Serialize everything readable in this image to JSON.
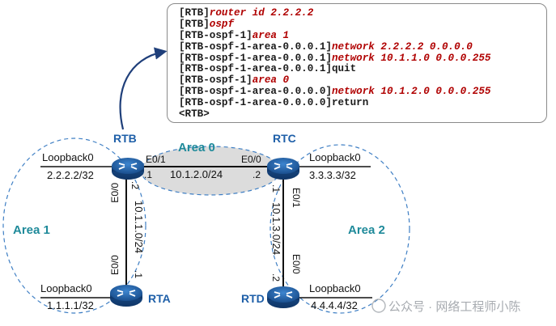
{
  "cli": {
    "lines": [
      {
        "prompt": "[RTB]",
        "cmd": "router id 2.2.2.2",
        "style": "red"
      },
      {
        "prompt": "[RTB]",
        "cmd": "ospf",
        "style": "red"
      },
      {
        "prompt": "[RTB-ospf-1]",
        "cmd": "area 1",
        "style": "red"
      },
      {
        "prompt": "[RTB-ospf-1-area-0.0.0.1]",
        "cmd": "network 2.2.2.2 0.0.0.0",
        "style": "red"
      },
      {
        "prompt": "[RTB-ospf-1-area-0.0.0.1]",
        "cmd": "network 10.1.1.0 0.0.0.255",
        "style": "red"
      },
      {
        "prompt": "[RTB-ospf-1-area-0.0.0.1]",
        "cmd": "quit",
        "style": "plain"
      },
      {
        "prompt": "[RTB-ospf-1]",
        "cmd": "area 0",
        "style": "red"
      },
      {
        "prompt": "[RTB-ospf-1-area-0.0.0.0]",
        "cmd": "network 10.1.2.0 0.0.0.255",
        "style": "red"
      },
      {
        "prompt": "[RTB-ospf-1-area-0.0.0.0]",
        "cmd": "return",
        "style": "plain"
      },
      {
        "prompt": "<RTB>",
        "cmd": "",
        "style": "plain"
      }
    ]
  },
  "areas": {
    "area0": "Area 0",
    "area1": "Area 1",
    "area2": "Area 2"
  },
  "routers": {
    "rta": {
      "name": "RTA",
      "loopback_label": "Loopback0",
      "loopback_ip": "1.1.1.1/32"
    },
    "rtb": {
      "name": "RTB",
      "loopback_label": "Loopback0",
      "loopback_ip": "2.2.2.2/32"
    },
    "rtc": {
      "name": "RTC",
      "loopback_label": "Loopback0",
      "loopback_ip": "3.3.3.3/32"
    },
    "rtd": {
      "name": "RTD",
      "loopback_label": "Loopback0",
      "loopback_ip": "4.4.4.4/32"
    }
  },
  "links": {
    "rtb_rtc": {
      "subnet": "10.1.2.0/24",
      "rtb_if": "E0/1",
      "rtb_host": ".1",
      "rtc_if": "E0/0",
      "rtc_host": ".2"
    },
    "rtb_rta": {
      "subnet": "10.1.1.0/24",
      "rtb_if": "E0/0",
      "rtb_host": ".2",
      "rta_if": "E0/0",
      "rta_host": ".1"
    },
    "rtc_rtd": {
      "subnet": "10.1.3.0/24",
      "rtc_if": "E0/1",
      "rtc_host": ".1",
      "rtd_if": "E0/0",
      "rtd_host": ".2"
    }
  },
  "watermark": "公众号 · 网络工程师小陈",
  "colors": {
    "area_label": "#1f8a9a",
    "area_border": "#3f7fc4",
    "area0_fill": "#dcdcdc",
    "router_blue": "#1e5fa8",
    "cli_red": "#b00000",
    "arrow": "#1f3f7a"
  }
}
